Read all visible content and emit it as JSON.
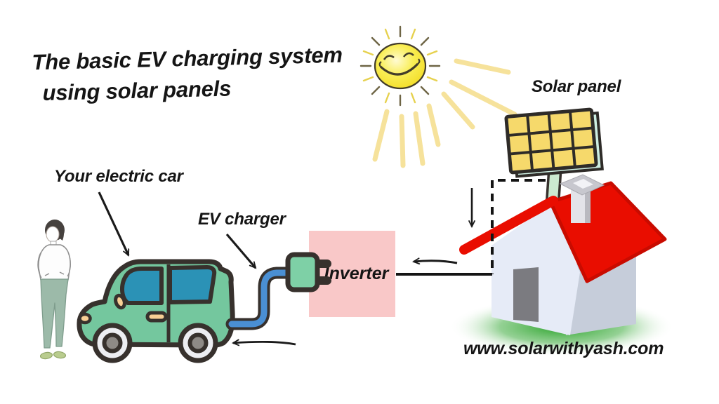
{
  "title": {
    "line1": "The basic EV charging system",
    "line2": "using solar panels"
  },
  "labels": {
    "solar_panel": "Solar panel",
    "your_electric_car": "Your electric car",
    "ev_charger": "EV charger",
    "inverter": "Inverter",
    "website": "www.solarwithyash.com"
  },
  "icons": {
    "sun": "smiling-sun-icon",
    "solar_panel": "solar-panel-icon",
    "house": "house-icon",
    "person": "person-icon",
    "car": "electric-car-icon",
    "plug": "power-plug-icon",
    "cable": "charging-cable-icon"
  },
  "colors": {
    "background": "#ffffff",
    "text": "#151515",
    "sun_yellow": "#f6e431",
    "beam_yellow": "#f6e29b",
    "panel_yellow": "#f6d96b",
    "panel_edge_cyan": "#cdeee2",
    "stand_green": "#cbead0",
    "roof_red": "#e90d00",
    "wall_light": "#e6ebf7",
    "wall_shade": "#c6cdda",
    "door_gray": "#7b7b80",
    "grass_green": "#2ca52c",
    "inverter_pink": "#f9c8c8",
    "plug_green": "#7ed0a6",
    "cable_blue": "#4a8fd3",
    "car_green": "#74c79e",
    "window_blue": "#2b92b6",
    "accent_peach": "#f8cf95",
    "outline_dark": "#37312d",
    "pants_sage": "#9cbaa9"
  }
}
